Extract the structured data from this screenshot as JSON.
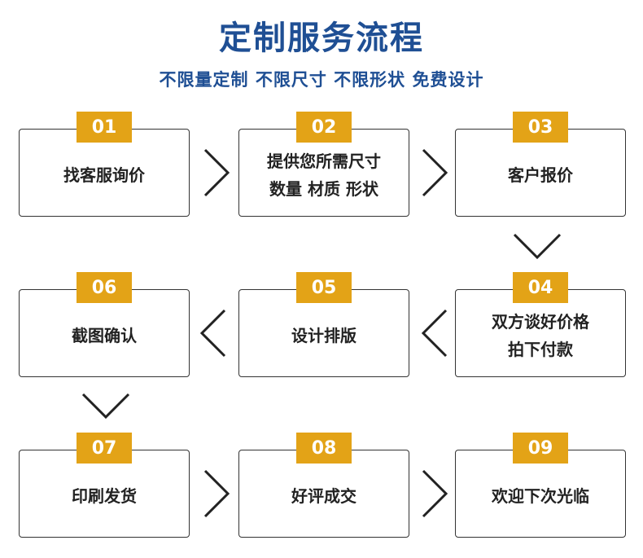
{
  "header": {
    "title": "定制服务流程",
    "subtitle": "不限量定制  不限尺寸  不限形状  免费设计"
  },
  "steps": [
    {
      "num": "01",
      "lines": [
        "找客服询价"
      ]
    },
    {
      "num": "02",
      "lines": [
        "提供您所需尺寸",
        "数量 材质 形状"
      ]
    },
    {
      "num": "03",
      "lines": [
        "客户报价"
      ]
    },
    {
      "num": "04",
      "lines": [
        "双方谈好价格",
        "拍下付款"
      ]
    },
    {
      "num": "05",
      "lines": [
        "设计排版"
      ]
    },
    {
      "num": "06",
      "lines": [
        "截图确认"
      ]
    },
    {
      "num": "07",
      "lines": [
        "印刷发货"
      ]
    },
    {
      "num": "08",
      "lines": [
        "好评成交"
      ]
    },
    {
      "num": "09",
      "lines": [
        "欢迎下次光临"
      ]
    }
  ],
  "colors": {
    "title": "#1f4f94",
    "badge": "#e3a317",
    "border": "#333333"
  },
  "icons": {
    "arrow_right": "chevron-right-icon",
    "arrow_left": "chevron-left-icon",
    "arrow_down": "chevron-down-icon"
  }
}
